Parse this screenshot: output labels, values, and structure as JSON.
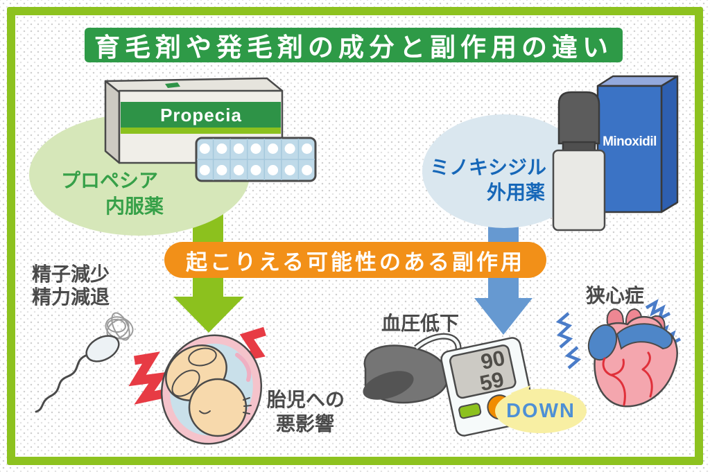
{
  "title": "育毛剤や発毛剤の成分と副作用の違い",
  "propecia": {
    "package_name": "Propecia",
    "label_line1": "プロペシア",
    "label_line2": "内服薬"
  },
  "minoxidil": {
    "package_name": "Minoxidil",
    "label_line1": "ミノキシジル",
    "label_line2": "外用薬"
  },
  "banner": "起こりえる可能性のある副作用",
  "propecia_effects": {
    "sperm_line1": "精子減少",
    "sperm_line2": "精力減退",
    "fetus_line1": "胎児への",
    "fetus_line2": "悪影響"
  },
  "minoxidil_effects": {
    "blood_pressure": "血圧低下",
    "systolic": "90",
    "diastolic": "59",
    "down_label": "DOWN",
    "angina": "狭心症"
  },
  "colors": {
    "frame_green": "#8dc21f",
    "title_green": "#2e9a47",
    "banner_orange": "#f29018",
    "arrow_green": "#8cc11e",
    "arrow_blue": "#6699d1",
    "label_green": "#36a048",
    "label_blue": "#1667b8",
    "text_dark": "#4a4a4a",
    "alert_red": "#e73b44"
  }
}
